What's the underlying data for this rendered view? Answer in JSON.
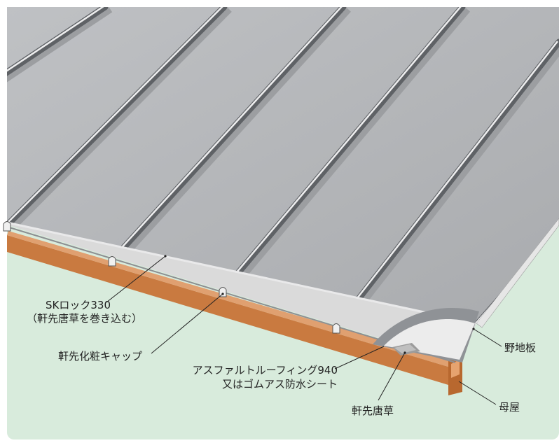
{
  "colors": {
    "background": "#d8ebdc",
    "roof": "#b4b6b9",
    "rib": "#7c7f83",
    "eave_board": "#c97a40",
    "underlay": "#e6e6e6",
    "leader": "#222222"
  },
  "labels": {
    "sk_lock": "SKロック330",
    "sk_lock_sub": "（軒先唐草を巻き込む）",
    "eave_cap": "軒先化粧キャップ",
    "roofing": "アスファルトルーフィング940",
    "roofing_sub": "又はゴムアス防水シート",
    "eave_karakusa": "軒先唐草",
    "sheathing": "野地板",
    "purlin": "母屋"
  }
}
